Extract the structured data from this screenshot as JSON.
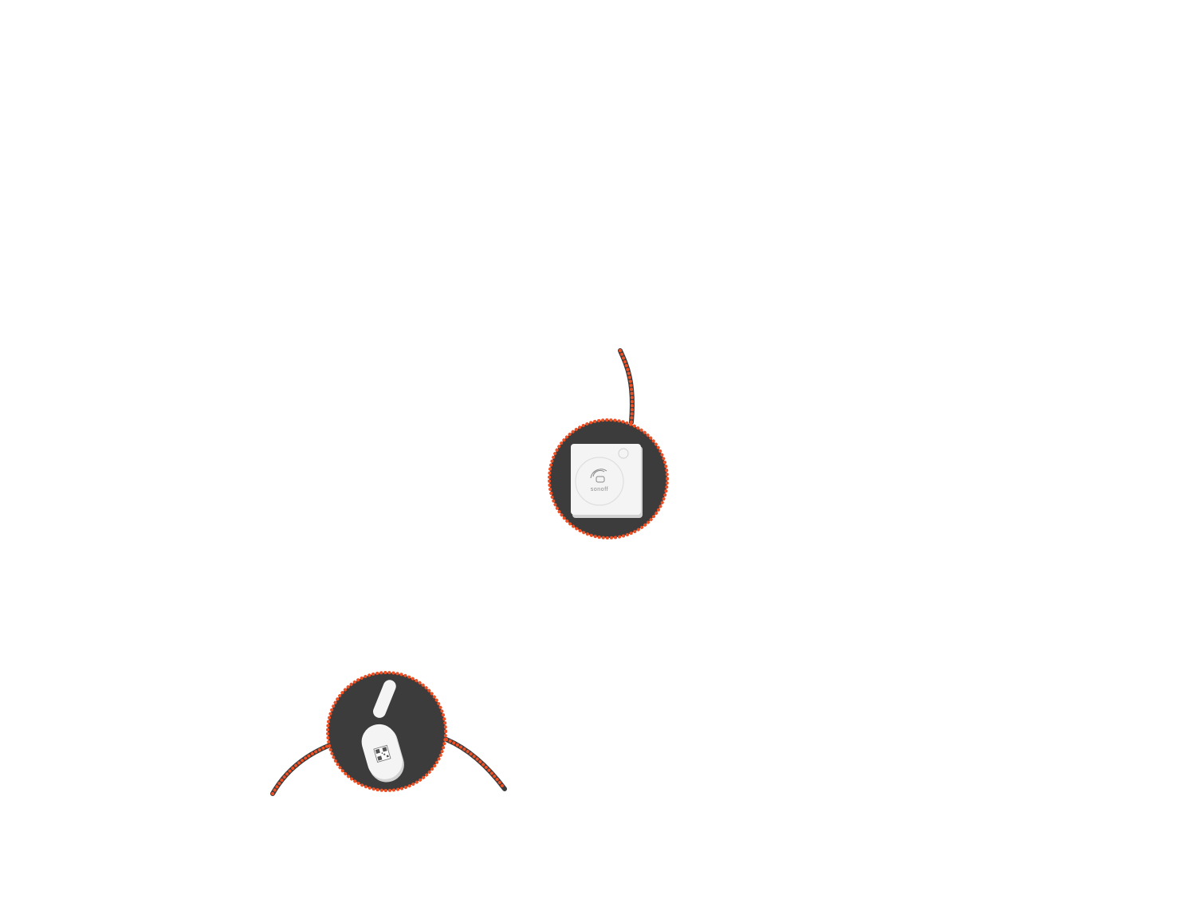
{
  "colors": {
    "background": "#ffffff",
    "circle_fill": "#3c3c3c",
    "dotted_outline": "#f04e23",
    "device_body": "#f4f4f4",
    "device_shadow": "#d2d2d2",
    "device_logo": "#8a8a8a"
  },
  "devices": [
    {
      "name": "motion-sensor",
      "icon": "square-motion-sensor-icon",
      "brand_text": "sonoff"
    },
    {
      "name": "door-window-sensor",
      "icon": "door-window-contact-sensor-icon"
    }
  ]
}
